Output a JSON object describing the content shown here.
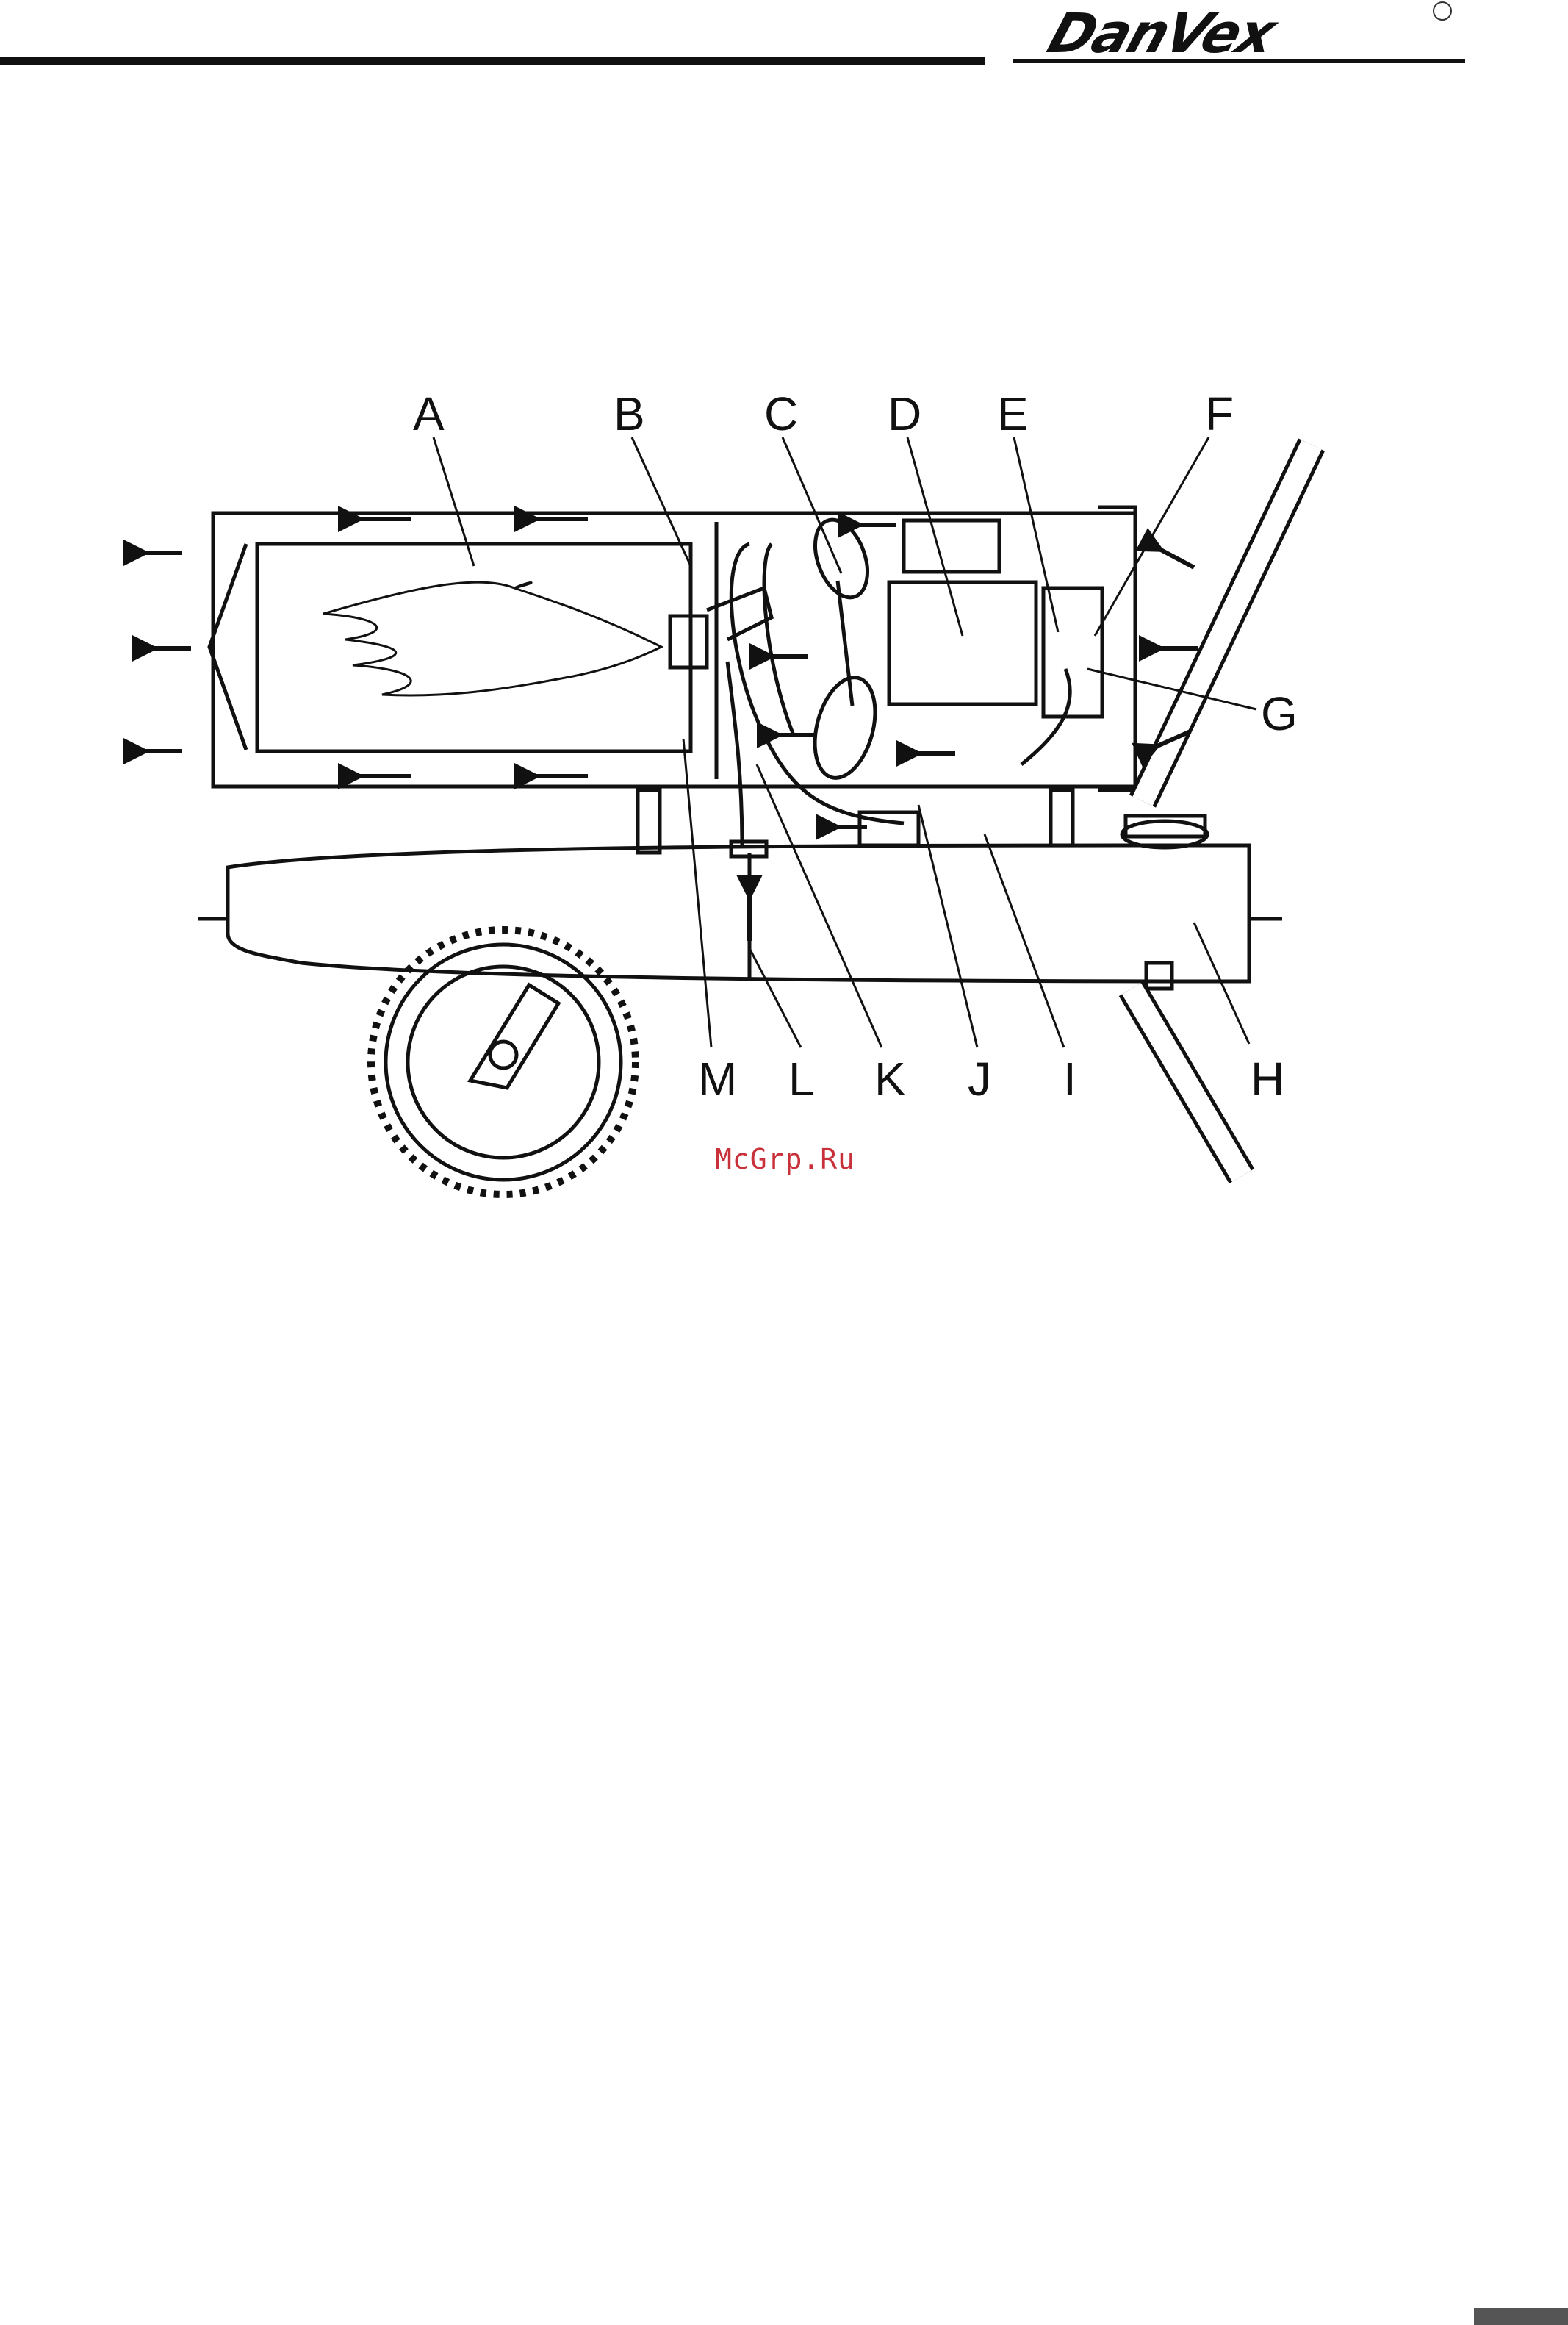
{
  "header": {
    "brand_text": "DanVex",
    "registered_mark": "®"
  },
  "diagram": {
    "labels": [
      {
        "id": "A",
        "text": "A"
      },
      {
        "id": "B",
        "text": "B"
      },
      {
        "id": "C",
        "text": "C"
      },
      {
        "id": "D",
        "text": "D"
      },
      {
        "id": "E",
        "text": "E"
      },
      {
        "id": "F",
        "text": "F"
      },
      {
        "id": "G",
        "text": "G"
      },
      {
        "id": "H",
        "text": "H"
      },
      {
        "id": "I",
        "text": "I"
      },
      {
        "id": "J",
        "text": "J"
      },
      {
        "id": "K",
        "text": "K"
      },
      {
        "id": "L",
        "text": "L"
      },
      {
        "id": "M",
        "text": "M"
      }
    ]
  },
  "watermark": "McGrp.Ru",
  "colors": {
    "ink": "#111111",
    "watermark": "#c8303a",
    "footer_box": "#555555"
  }
}
